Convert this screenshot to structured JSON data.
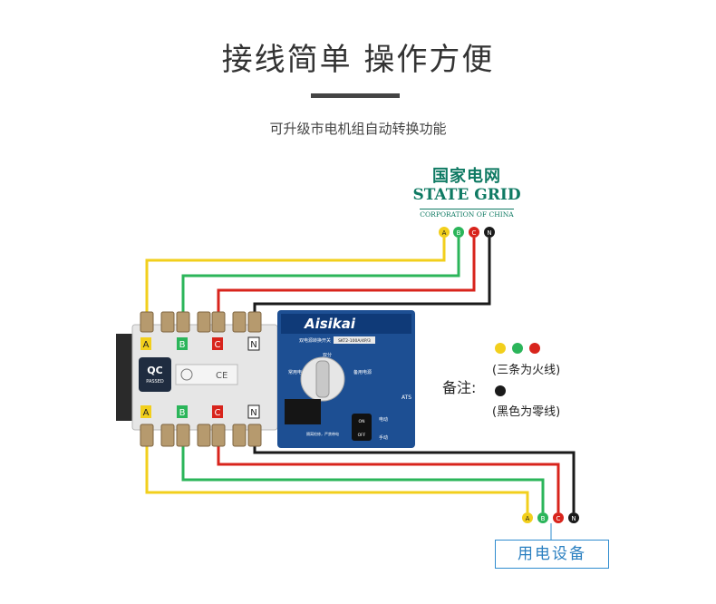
{
  "header": {
    "title": "接线简单  操作方便",
    "subtitle": "可升级市电机组自动转换功能"
  },
  "logo": {
    "cn": "国家电网",
    "en": "STATE GRID",
    "corp": "CORPORATION OF CHINA"
  },
  "phases": [
    "A",
    "B",
    "C",
    "N"
  ],
  "device": {
    "brand": "Aisikai",
    "model_text": "双电源转换开关",
    "model_no": "SKT2-100A/4P/3",
    "label_ats": "ATS",
    "label_dual": "双分",
    "label_left": "常用电源",
    "label_right": "备用电源",
    "label_auto": "电动",
    "label_manual": "手动",
    "btn_on": "ON",
    "btn_off": "OFF",
    "qc_top": "QC",
    "qc_bottom": "PASSED",
    "ce": "CE",
    "warning": "隔离检修，严禁带电"
  },
  "legend": {
    "label": "备注:",
    "fire_note": "(三条为火线)",
    "zero_note": "(黑色为零线)"
  },
  "load_label": "用电设备",
  "colors": {
    "A": "#f2cf1c",
    "B": "#2bb55a",
    "C": "#d8241c",
    "N": "#1a1a1a",
    "panel": "#1d4f93",
    "brand_green": "#0f7a63"
  }
}
